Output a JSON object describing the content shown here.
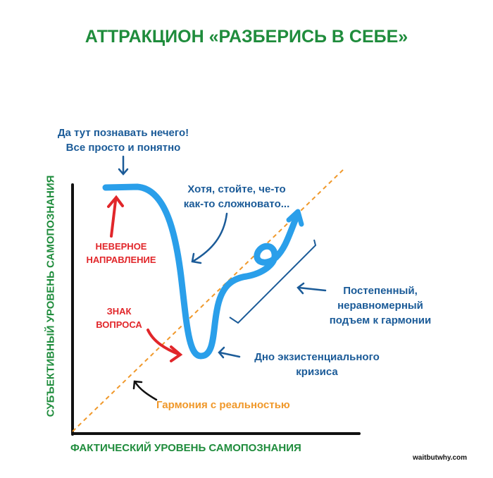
{
  "title": "АТТРАКЦИОН «РАЗБЕРИСЬ В СЕБЕ»",
  "axes": {
    "x_label": "ФАКТИЧЕСКИЙ УРОВЕНЬ САМОПОЗНАНИЯ",
    "y_label": "СУБЪЕКТИВНЫЙ УРОВЕНЬ САМОПОЗНАНИЯ"
  },
  "annotations": {
    "peak_line1": "Да тут познавать нечего!",
    "peak_line2": "Все просто и понятно",
    "doubt_line1": "Хотя, стойте, че-то",
    "doubt_line2": "как-то сложновато...",
    "wrong_line1": "НЕВЕРНОЕ",
    "wrong_line2": "НАПРАВЛЕНИЕ",
    "question_line1": "ЗНАК",
    "question_line2": "ВОПРОСА",
    "bottom_line1": "Дно экзистенциального",
    "bottom_line2": "кризиса",
    "rise_line1": "Постепенный,",
    "rise_line2": "неравномерный",
    "rise_line3": "подъем к гармонии",
    "harmony": "Гармония с реальностью"
  },
  "source": "waitbutwhy.com",
  "colors": {
    "green": "#1f8c3c",
    "blue_text": "#1b5b98",
    "curve": "#2a9fea",
    "red": "#e1262a",
    "orange": "#f0982a"
  }
}
